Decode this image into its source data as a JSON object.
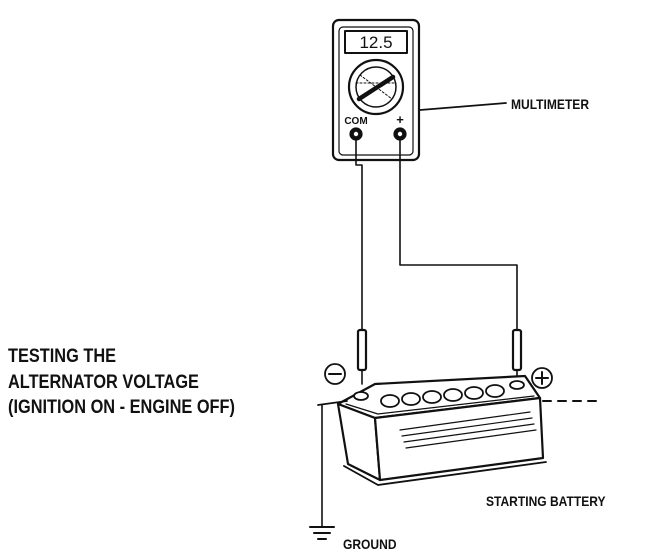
{
  "multimeter": {
    "display_value": "12.5",
    "com_label": "COM",
    "plus_label": "+"
  },
  "labels": {
    "multimeter": "MULTIMETER",
    "starting_battery": "STARTING BATTERY",
    "ground": "GROUND"
  },
  "caption": {
    "line1": "TESTING THE",
    "line2": "ALTERNATOR VOLTAGE",
    "line3": "(IGNITION ON - ENGINE OFF)"
  },
  "battery": {
    "negative_symbol": "−",
    "positive_symbol": "+"
  },
  "colors": {
    "ink": "#111111",
    "background": "#ffffff"
  }
}
